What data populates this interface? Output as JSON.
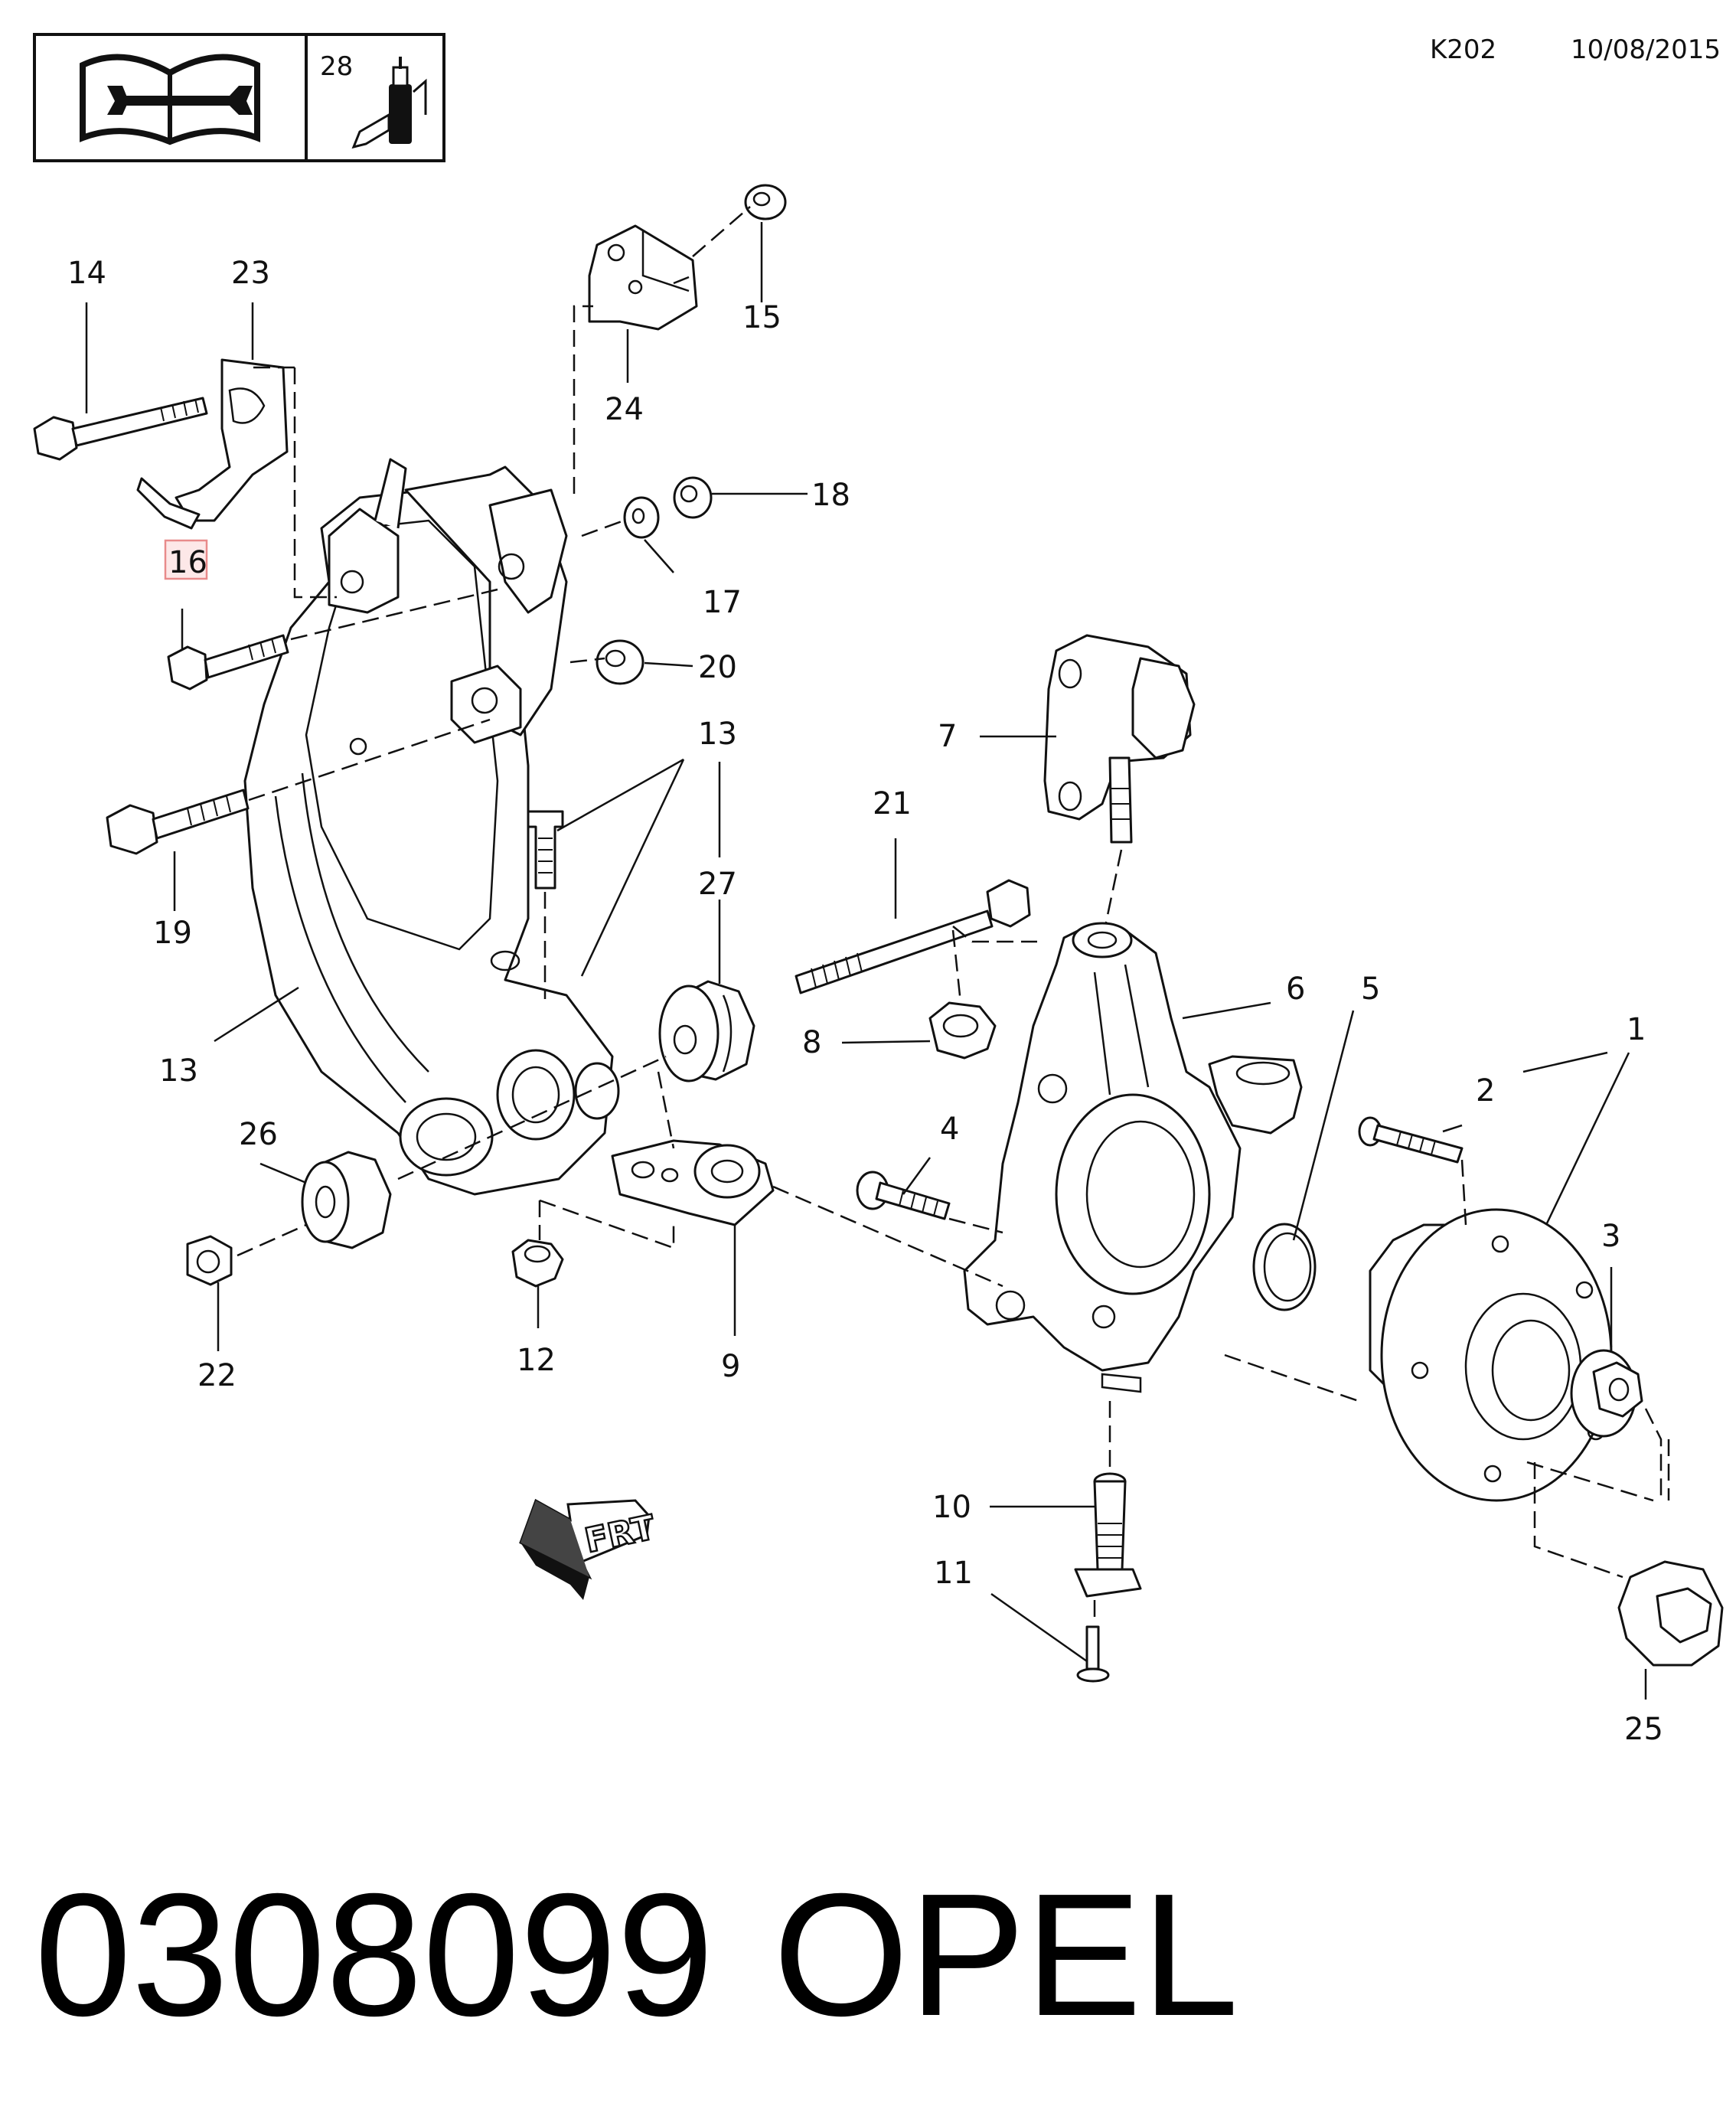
{
  "header": {
    "code": "K202",
    "date": "10/08/2015",
    "legend_box": {
      "icons": [
        "manual-wrench-icon",
        "adhesive-bottle-icon"
      ],
      "number": "28"
    }
  },
  "callouts": {
    "c1": "1",
    "c2": "2",
    "c3": "3",
    "c4": "4",
    "c5": "5",
    "c6": "6",
    "c7": "7",
    "c8": "8",
    "c9": "9",
    "c10": "10",
    "c11": "11",
    "c12": "12",
    "c13a": "13",
    "c13b": "13",
    "c14": "14",
    "c15": "15",
    "c16": "16",
    "c17": "17",
    "c18": "18",
    "c19": "19",
    "c20": "20",
    "c21": "21",
    "c22": "22",
    "c23": "23",
    "c24": "24",
    "c25": "25",
    "c26": "26",
    "c27": "27"
  },
  "highlight": {
    "callout": "16",
    "color": "#e88b8b",
    "fill": "#fde8e8"
  },
  "direction_badge": {
    "text": "FRT",
    "icon": "front-arrow-icon"
  },
  "footer": {
    "part_number": "0308099",
    "brand": "OPEL"
  }
}
